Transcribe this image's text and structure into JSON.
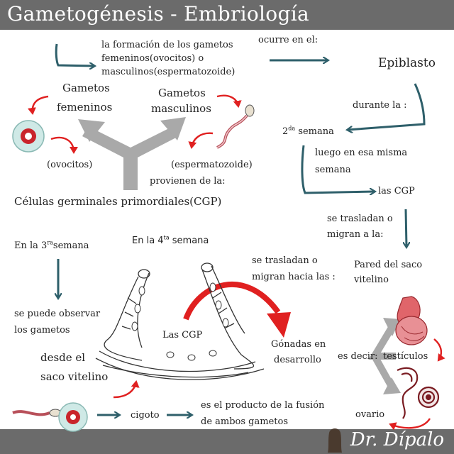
{
  "title": "Gametogénesis - Embriología",
  "footer": {
    "author": "Dr. Dípalo"
  },
  "top": {
    "intro_line1": "la formación de los gametos",
    "intro_line2": "femeninos(ovocitos) o",
    "intro_line3": "masculinos(espermatozoide)",
    "ocurre": "ocurre en el:",
    "epiblasto": "Epiblasto",
    "durante": "durante la :",
    "segunda_num": "2",
    "segunda_sup": "da",
    "segunda_text": "semana",
    "luego1": "luego en esa misma",
    "luego2": "semana",
    "cgp": "las CGP",
    "trasladan1": "se trasladan o",
    "trasladan2": "migran a la:",
    "pared1": "Pared del saco",
    "pared2": "vitelino"
  },
  "left": {
    "gam_fem1": "Gametos",
    "gam_fem2": "femeninos",
    "gam_masc1": "Gametos",
    "gam_masc2": "masculinos",
    "ovocitos": "(ovocitos)",
    "esperma": "(espermatozoide)",
    "provienen": "provienen de la:",
    "celulas": "Células germinales primordiales(CGP)"
  },
  "middle": {
    "en_la_3_pre": "En la 3",
    "en_la_3_sup": "ra",
    "en_la_3_post": "semana",
    "en_la_4_pre": "En la 4",
    "en_la_4_sup": "ta",
    "en_la_4_post": "semana",
    "puede1": "se puede observar",
    "puede2": "los gametos",
    "desde1": "desde el",
    "desde2": "saco vitelino",
    "las_cgp": "Las CGP",
    "migran1": "se trasladan o",
    "migran2": "migran hacia las :",
    "gonadas1": "Gónadas en",
    "gonadas2": "desarrollo",
    "es_decir": "es decir:",
    "testiculos": "testículos",
    "ovario": "ovario"
  },
  "bottom": {
    "cigoto": "cigoto",
    "fusion1": "es el producto de la fusión",
    "fusion2": "de ambos gametos"
  },
  "colors": {
    "bar": "#6b6b6b",
    "teal_arrow": "#2e5f6a",
    "red_arrow": "#e02020",
    "gray_arrow": "#a9a9a9"
  }
}
